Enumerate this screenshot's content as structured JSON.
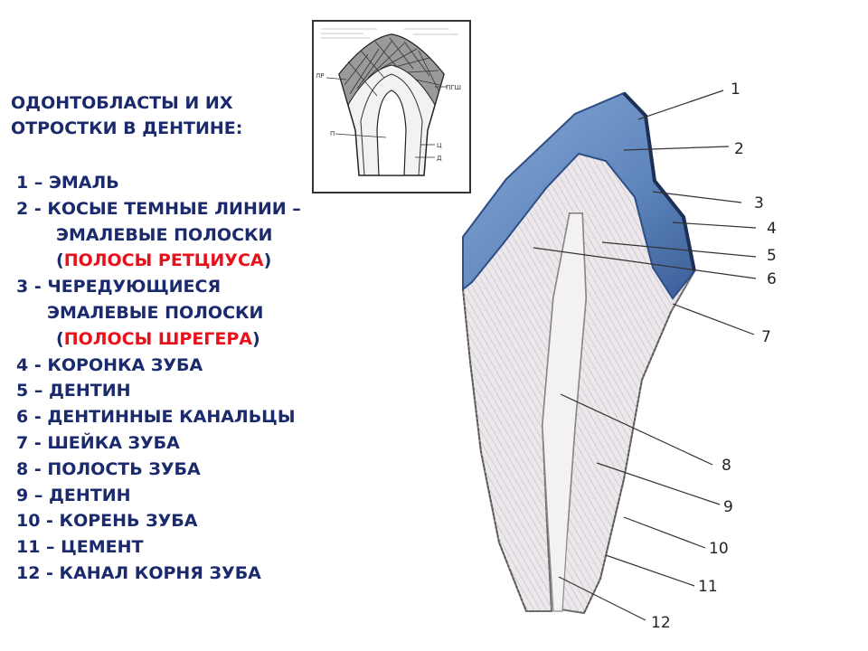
{
  "heading": {
    "line1": "ОДОНТОБЛАСТЫ И ИХ",
    "line2": "ОТРОСТКИ В ДЕНТИНЕ:"
  },
  "legend": {
    "l1": "1 – ЭМАЛЬ",
    "l2": "2 - КОСЫЕ ТЕМНЫЕ ЛИНИИ –",
    "l2b": "ЭМАЛЕВЫЕ ПОЛОСКИ",
    "l2c_open": "(",
    "l2c_red": "ПОЛОСЫ РЕТЦИУСА",
    "l2c_close": ")",
    "l3": "3 - ЧЕРЕДУЮЩИЕСЯ",
    "l3b": "ЭМАЛЕВЫЕ ПОЛОСКИ",
    "l3c_open": "(",
    "l3c_red": "ПОЛОСЫ ШРЕГЕРА",
    "l3c_close": ")",
    "l4": "4 - КОРОНКА ЗУБА",
    "l5": "5 – ДЕНТИН",
    "l6": "6 - ДЕНТИННЫЕ КАНАЛЬЦЫ",
    "l7": "7 - ШЕЙКА ЗУБА",
    "l8": "8 - ПОЛОСТЬ ЗУБА",
    "l9": "9 – ДЕНТИН",
    "l10": "10 - КОРЕНЬ ЗУБА",
    "l11": "11 – ЦЕМЕНТ",
    "l12": "12 - КАНАЛ КОРНЯ ЗУБА"
  },
  "thumbnail": {
    "labels": {
      "lr": "ЛР",
      "pgsh": "ПГШ",
      "p": "П",
      "c": "Ц",
      "d": "Д"
    }
  },
  "callouts": [
    "1",
    "2",
    "3",
    "4",
    "5",
    "6",
    "7",
    "8",
    "9",
    "10",
    "11",
    "12"
  ],
  "colors": {
    "text": "#1a2a6c",
    "highlight": "#e8101a",
    "enamel": "#6e93c4",
    "enamel_dark": "#2e4f86",
    "dentin": "#ebe6ea",
    "tubules": "#b7aab5"
  }
}
